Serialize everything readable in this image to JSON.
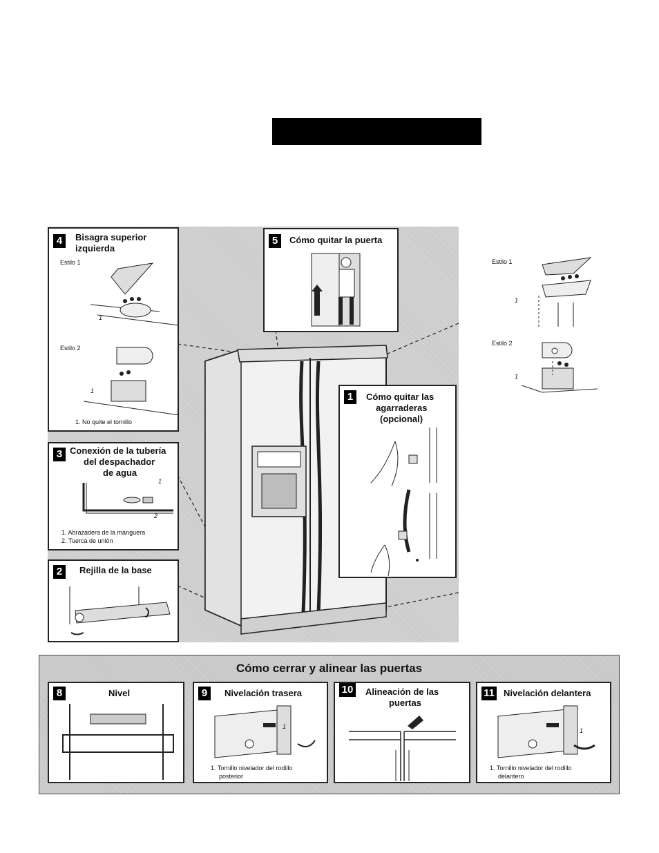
{
  "colors": {
    "black": "#000000",
    "diagram_bg": "#c9c9c9",
    "panel_bg": "#ffffff"
  },
  "panels": {
    "p4": {
      "num": "4",
      "title_line1": "Bisagra superior",
      "title_line2": "izquierda",
      "style1": "Estilo 1",
      "style2": "Estilo 2",
      "callout1": "1",
      "callout2": "1",
      "note": "1. No quite el tornillo"
    },
    "p5": {
      "num": "5",
      "title": "Cómo quitar la puerta"
    },
    "p3": {
      "num": "3",
      "title_line1": "Conexión de la tubería",
      "title_line2": "del despachador",
      "title_line3": "de agua",
      "callout1": "1",
      "callout2": "2",
      "note1": "1. Abrazadera de la manguera",
      "note2": "2. Tuerca de unión"
    },
    "p2": {
      "num": "2",
      "title": "Rejilla de la base"
    },
    "p1": {
      "num": "1",
      "title_line1": "Cómo quitar las",
      "title_line2": "agarraderas",
      "title_line3": "(opcional)"
    }
  },
  "side": {
    "style1": "Estilo 1",
    "style2": "Estilo 2",
    "callout1": "1",
    "callout2": "1"
  },
  "bottom": {
    "title": "Cómo cerrar y alinear las puertas",
    "p8": {
      "num": "8",
      "title": "Nivel"
    },
    "p9": {
      "num": "9",
      "title": "Nivelación trasera",
      "callout": "1",
      "note_line1": "1. Tornillo nivelador del rodillo",
      "note_line2": "posterior"
    },
    "p10": {
      "num": "10",
      "title_line1": "Alineación de las",
      "title_line2": "puertas"
    },
    "p11": {
      "num": "11",
      "title": "Nivelación delantera",
      "callout": "1",
      "note_line1": "1. Tornillo nivelador del rodillo",
      "note_line2": "delantero"
    }
  }
}
